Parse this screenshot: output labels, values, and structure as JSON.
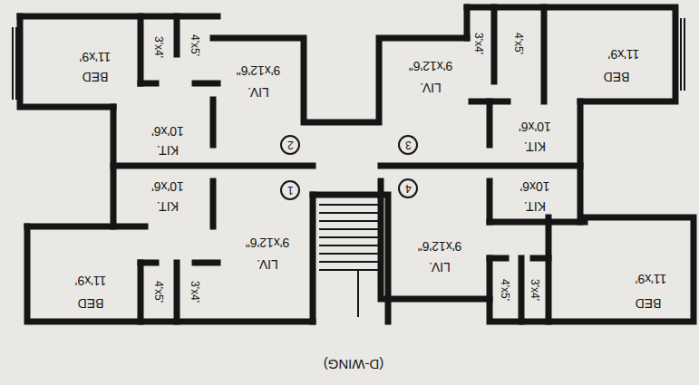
{
  "diagram": {
    "caption": "(D-WING)",
    "nodes": [
      {
        "text": [
          "2"
        ]
      },
      {
        "text": [
          "3"
        ]
      },
      {
        "text": [
          "1"
        ]
      },
      {
        "text": [
          "4"
        ]
      }
    ],
    "labels": [
      "BED",
      "11'x9'",
      "3'x4'",
      "4'x5'",
      "LIV.",
      "9'x12'6\"",
      "KIT.",
      "10'x6'",
      "LIV.",
      "9'x12'6\"",
      "3'x4'",
      "4'x5'",
      "BED",
      "11'x9'",
      "KIT.",
      "10'x6'",
      "KIT.",
      "10'x6'",
      "LIV.",
      "9'x12'6\"",
      "4'x5'",
      "3'x4'",
      "BED",
      "11'x9'",
      "KIT.",
      "10x6'",
      "LIV.",
      "9'x12'6\"",
      "4'x5'",
      "3'x4'",
      "BED",
      "11'x9'"
    ]
  }
}
